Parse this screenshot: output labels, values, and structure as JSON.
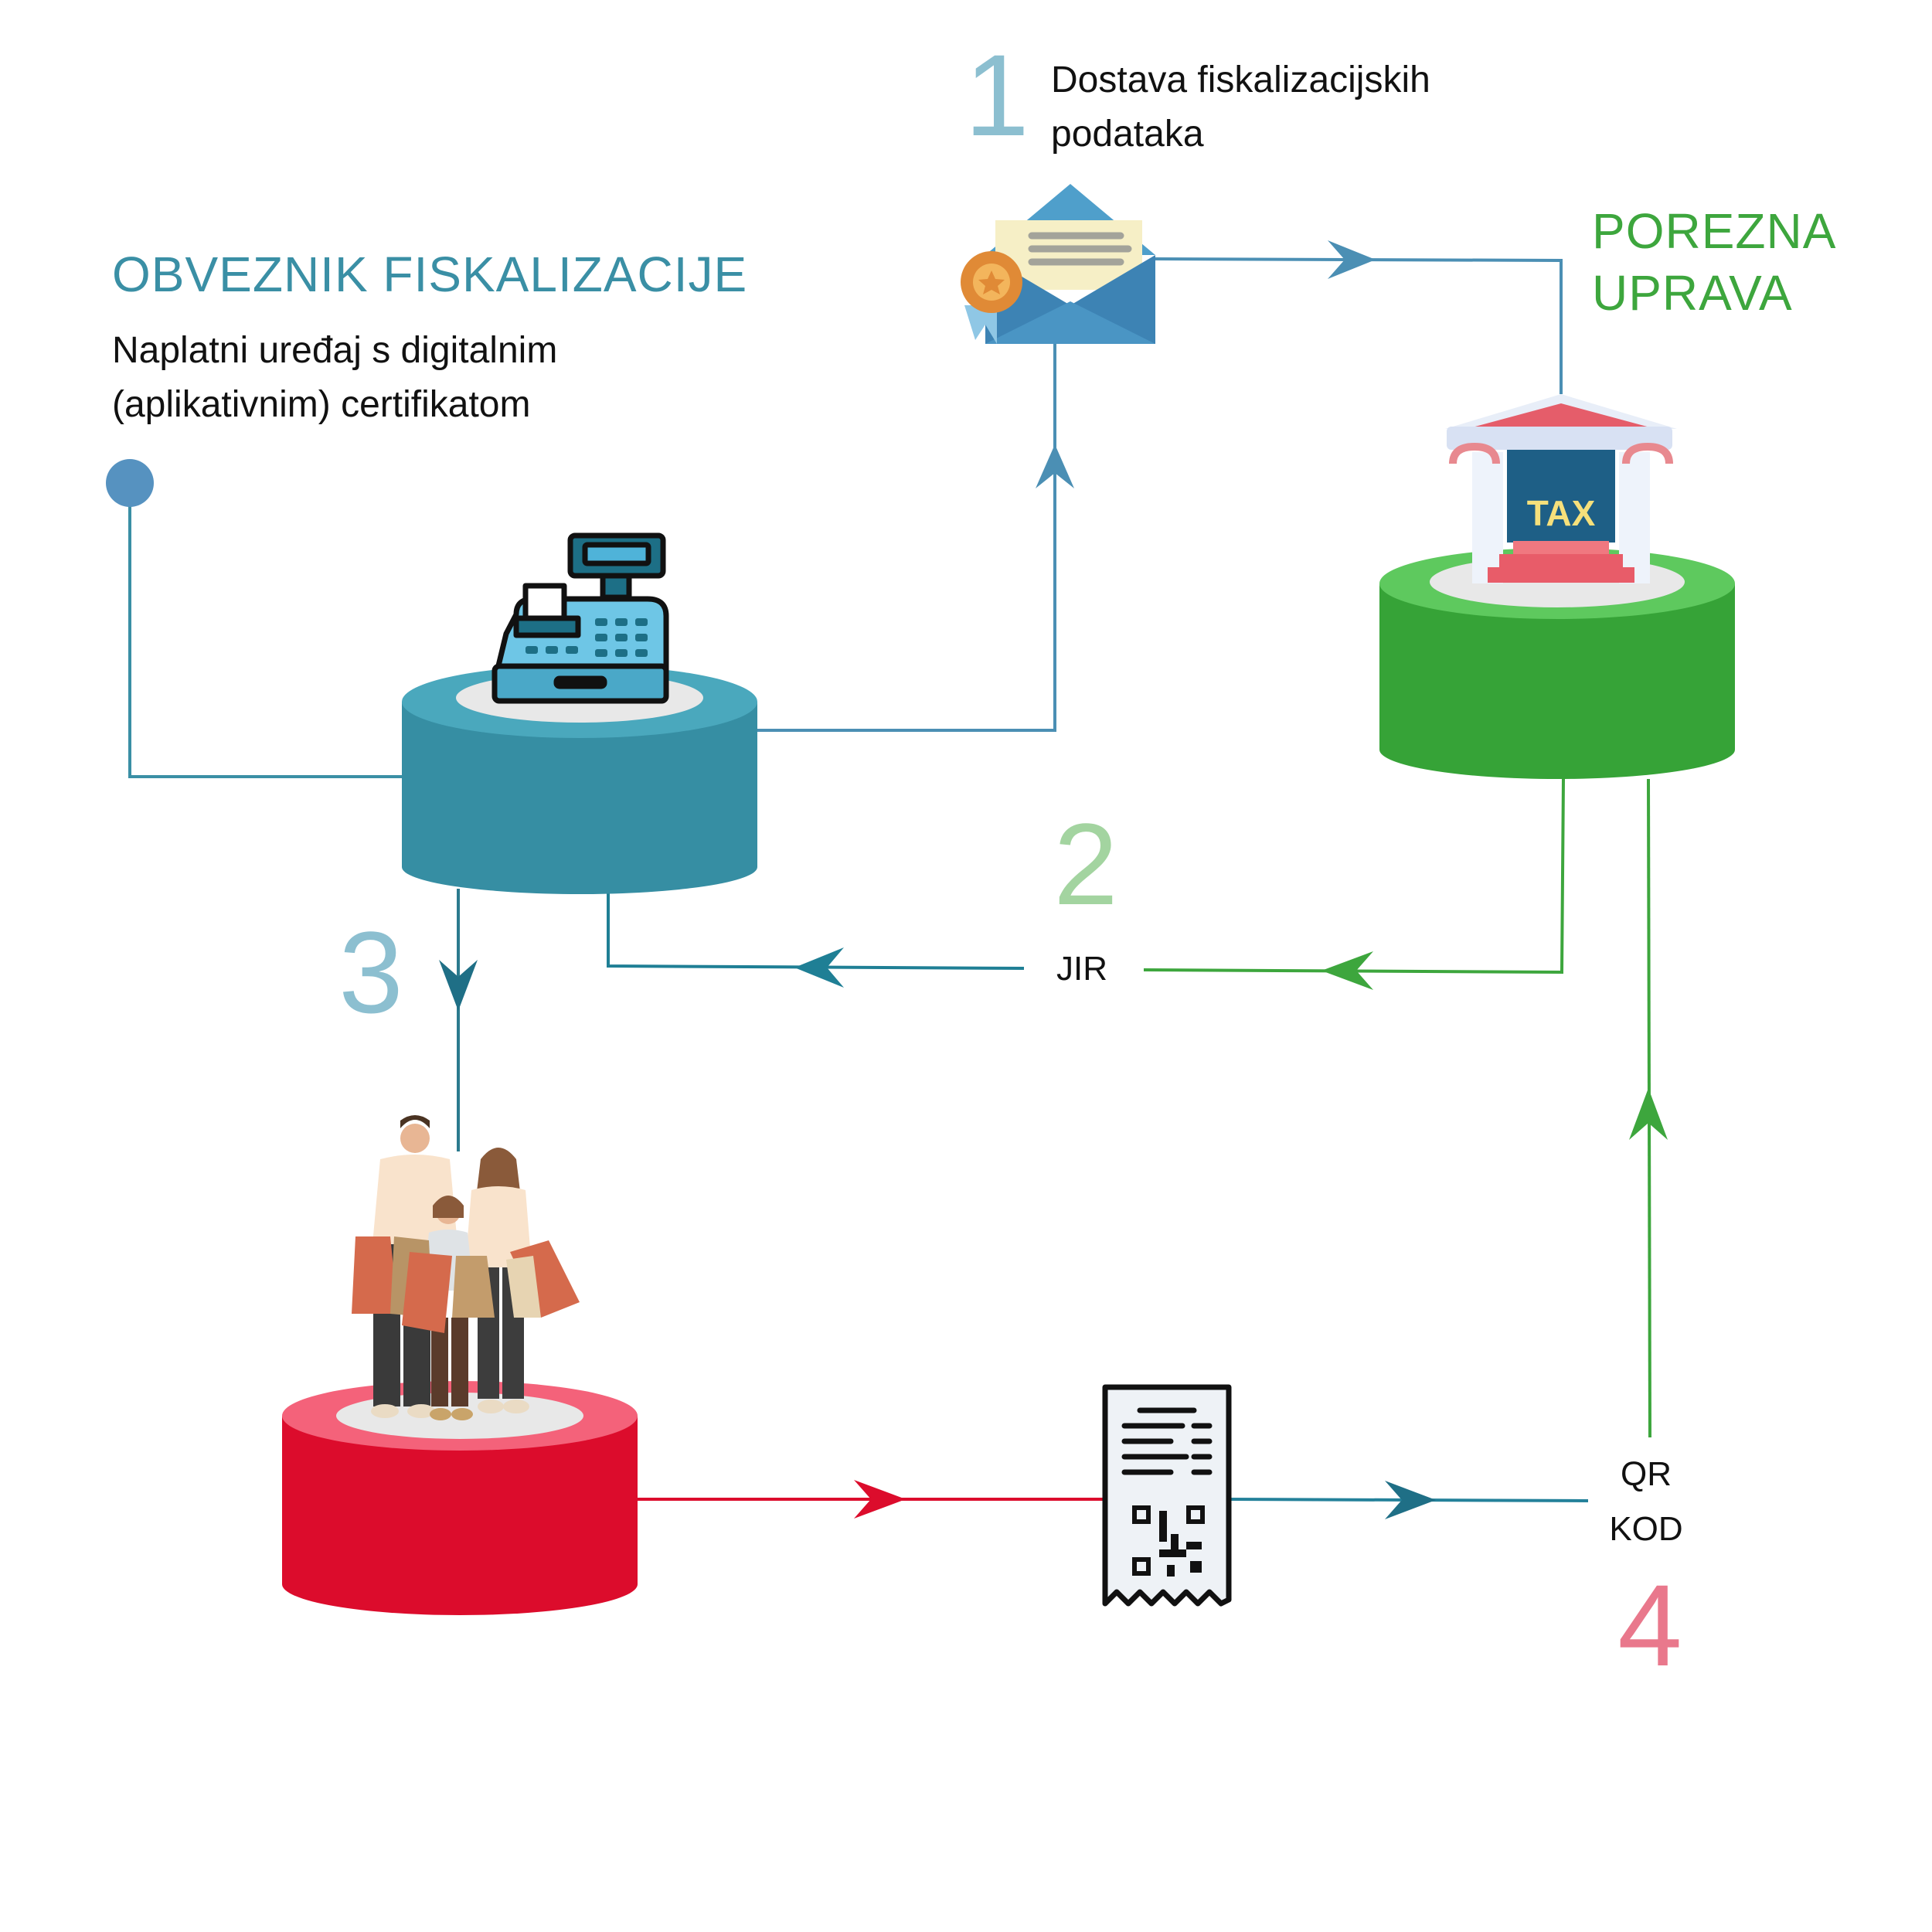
{
  "obveznik": {
    "title": "OBVEZNIK FISKALIZACIJE",
    "subtitle_line1": "Naplatni uređaj s digitalnim",
    "subtitle_line2": "(aplikativnim) certifikatom"
  },
  "porezna": {
    "title_line1": "POREZNA",
    "title_line2": "UPRAVA",
    "icon_text": "TAX"
  },
  "steps": [
    {
      "number": "1",
      "label_line1": "Dostava fiskalizacijskih",
      "label_line2": "podataka"
    },
    {
      "number": "2",
      "label": "JIR"
    },
    {
      "number": "3"
    },
    {
      "number": "4",
      "label_line1": "QR",
      "label_line2": "KOD"
    }
  ],
  "colors": {
    "teal": "#3a8fa5",
    "teal_dark": "#2d7f93",
    "blue_light": "#8cbfd0",
    "green": "#3da63d",
    "green_light": "#a3d4a0",
    "red": "#dc0c2c",
    "pink": "#e9788c",
    "node_dot": "#5692c0"
  },
  "icons": {
    "cash_register": "cash-register-icon",
    "envelope": "certified-envelope-icon",
    "tax_office": "tax-office-icon",
    "shoppers": "shopping-family-icon",
    "receipt": "qr-receipt-icon"
  }
}
